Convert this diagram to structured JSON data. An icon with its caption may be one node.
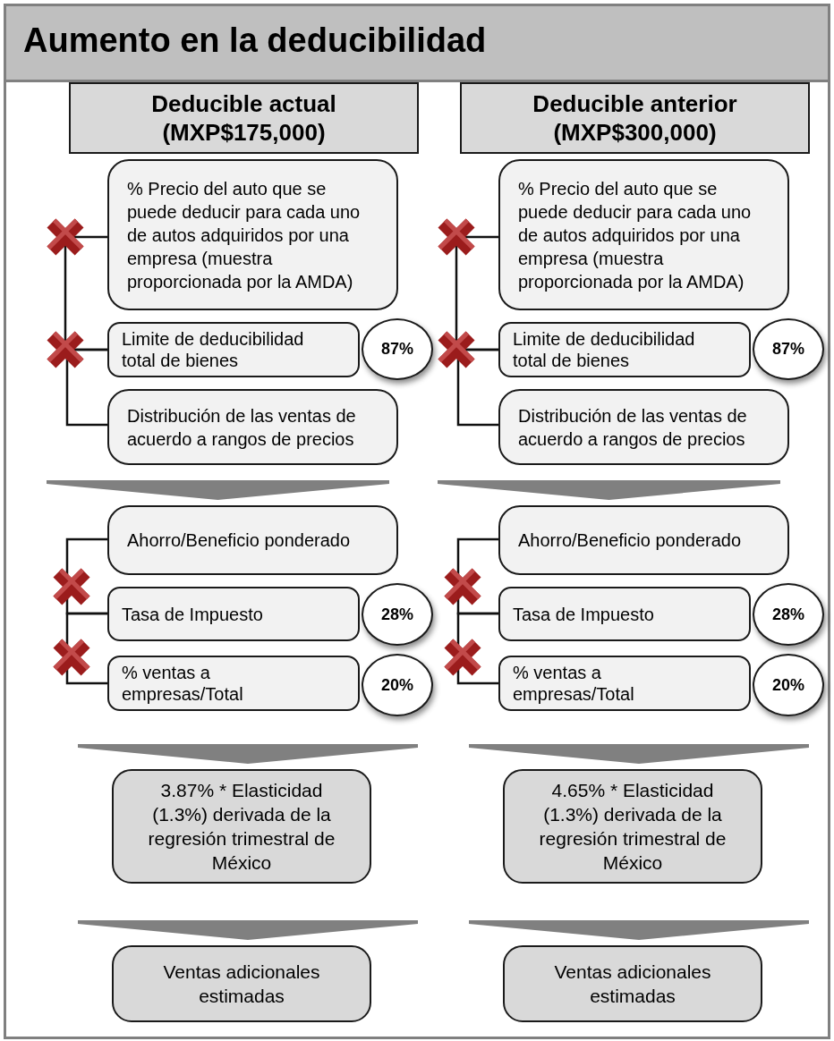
{
  "diagram": {
    "title": "Aumento en la deducibilidad",
    "nodes": [
      {
        "text": [
          "Deducible actual (MXP$175,000)"
        ]
      },
      {
        "text": [
          "% Precio del auto que se puede deducir para cada uno de autos adquiridos por una empresa (muestra proporcionada por la AMDA)"
        ]
      },
      {
        "text": [
          "Limite de deducibilidad total de bienes"
        ]
      },
      {
        "text": [
          "87%"
        ]
      },
      {
        "text": [
          "Distribución de las ventas de acuerdo a rangos de precios"
        ]
      },
      {
        "text": [
          "Ahorro/Beneficio ponderado"
        ]
      },
      {
        "text": [
          "Tasa de Impuesto"
        ]
      },
      {
        "text": [
          "28%"
        ]
      },
      {
        "text": [
          "% ventas a empresas/Total"
        ]
      },
      {
        "text": [
          "20%"
        ]
      },
      {
        "text": [
          "3.87% * Elasticidad (1.3%) derivada de la regresión trimestral de México"
        ]
      },
      {
        "text": [
          "Ventas adicionales estimadas"
        ]
      },
      {
        "text": [
          "Deducible anterior (MXP$300,000)"
        ]
      },
      {
        "text": [
          "% Precio del auto que se puede deducir para cada uno de autos adquiridos por una empresa (muestra proporcionada por la AMDA)"
        ]
      },
      {
        "text": [
          "Limite de deducibilidad total de bienes"
        ]
      },
      {
        "text": [
          "87%"
        ]
      },
      {
        "text": [
          "Distribución de las ventas de acuerdo a rangos de precios"
        ]
      },
      {
        "text": [
          "Ahorro/Beneficio ponderado"
        ]
      },
      {
        "text": [
          "Tasa de Impuesto"
        ]
      },
      {
        "text": [
          "28%"
        ]
      },
      {
        "text": [
          "% ventas a empresas/Total"
        ]
      },
      {
        "text": [
          "20%"
        ]
      },
      {
        "text": [
          "4.65% * Elasticidad (1.3%) derivada de la regresión trimestral de México"
        ]
      },
      {
        "text": [
          "Ventas adicionales estimadas"
        ]
      }
    ],
    "edges": [
      {
        "from": 1,
        "to": 2,
        "arrow": "none"
      },
      {
        "from": 2,
        "to": 4,
        "arrow": "none"
      },
      {
        "from": 4,
        "to": 5,
        "arrow": "to"
      },
      {
        "from": 5,
        "to": 6,
        "arrow": "none"
      },
      {
        "from": 6,
        "to": 8,
        "arrow": "none"
      },
      {
        "from": 8,
        "to": 10,
        "arrow": "to"
      },
      {
        "from": 10,
        "to": 11,
        "arrow": "to"
      },
      {
        "from": 13,
        "to": 14,
        "arrow": "none"
      },
      {
        "from": 14,
        "to": 16,
        "arrow": "none"
      },
      {
        "from": 16,
        "to": 17,
        "arrow": "to"
      },
      {
        "from": 17,
        "to": 18,
        "arrow": "none"
      },
      {
        "from": 18,
        "to": 20,
        "arrow": "none"
      },
      {
        "from": 20,
        "to": 22,
        "arrow": "to"
      },
      {
        "from": 22,
        "to": 23,
        "arrow": "to"
      }
    ]
  }
}
